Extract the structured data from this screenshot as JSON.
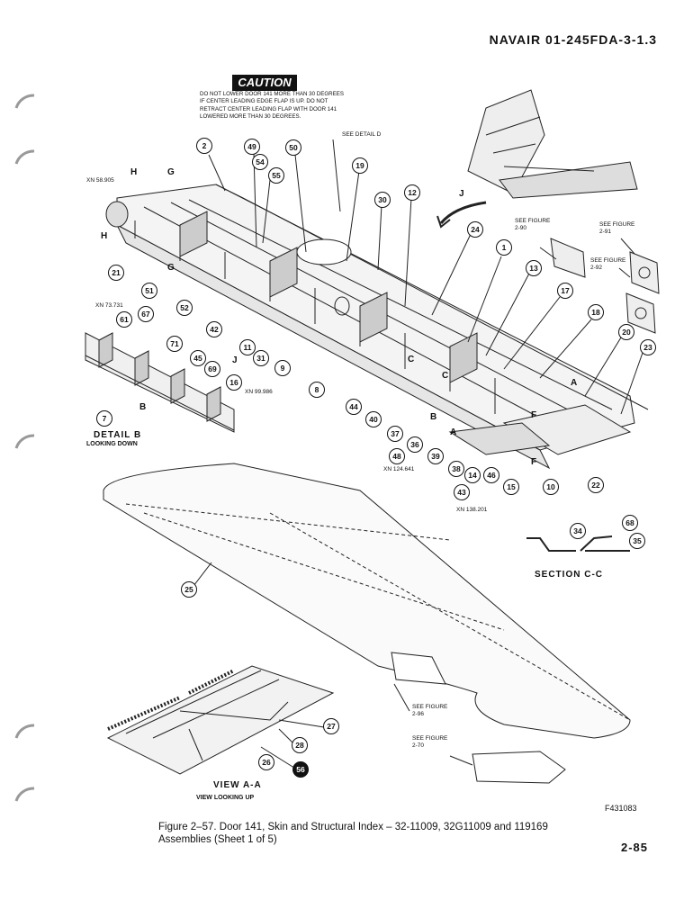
{
  "header": {
    "doc_number": "NAVAIR 01-245FDA-3-1.3"
  },
  "caution": {
    "title": "CAUTION",
    "text": "DO NOT LOWER DOOR 141 MORE THAN 30 DEGREES IF CENTER LEADING EDGE FLAP IS UP. DO NOT RETRACT CENTER LEADING FLAP WITH DOOR 141 LOWERED MORE THAN 30 DEGREES."
  },
  "labels": {
    "see_detail_d": "SEE DETAIL D",
    "see_fig_290": "SEE FIGURE 2-90",
    "see_fig_291": "SEE FIGURE 2-91",
    "see_fig_292": "SEE FIGURE 2-92",
    "see_fig_296": "SEE FIGURE 2-96",
    "see_fig_270": "SEE FIGURE 2-70",
    "xn_58905": "XN 58.905",
    "xn_73731": "XN 73.731",
    "xn_99986": "XN 99.986",
    "xn_124641": "XN 124.641",
    "xn_138201": "XN 138.201",
    "detail_b": "DETAIL B",
    "looking_down": "LOOKING DOWN",
    "section_cc": "SECTION C-C",
    "view_aa": "VIEW A-A",
    "view_looking_up": "VIEW LOOKING UP",
    "letter_h1": "H",
    "letter_h2": "H",
    "letter_g1": "G",
    "letter_g2": "G",
    "letter_j1": "J",
    "letter_j2": "J",
    "letter_a1": "A",
    "letter_a2": "A",
    "letter_b1": "B",
    "letter_b2": "B",
    "letter_c1": "C",
    "letter_c2": "C",
    "letter_f1": "F",
    "letter_f2": "F"
  },
  "callouts": [
    "1",
    "2",
    "7",
    "8",
    "9",
    "10",
    "11",
    "12",
    "13",
    "14",
    "15",
    "16",
    "17",
    "18",
    "19",
    "20",
    "21",
    "22",
    "23",
    "24",
    "25",
    "26",
    "27",
    "28",
    "30",
    "31",
    "34",
    "35",
    "36",
    "37",
    "38",
    "39",
    "40",
    "42",
    "43",
    "44",
    "45",
    "46",
    "48",
    "49",
    "50",
    "51",
    "52",
    "54",
    "55",
    "56",
    "61",
    "67",
    "68",
    "69",
    "71"
  ],
  "caption": "Figure 2–57. Door 141, Skin and Structural Index – 32-11009, 32G11009 and 119169 Assemblies (Sheet 1 of 5)",
  "figure_id": "F431083",
  "page_number": "2-85"
}
